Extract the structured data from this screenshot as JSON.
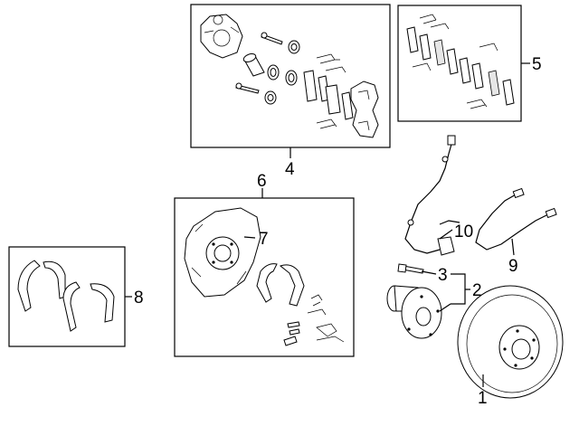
{
  "diagram": {
    "title": "Rear brake exploded parts diagram",
    "callouts": [
      {
        "id": "1",
        "part": "brake-rotor"
      },
      {
        "id": "2",
        "part": "hub-and-bearing-assembly"
      },
      {
        "id": "3",
        "part": "hub-bolt"
      },
      {
        "id": "4",
        "part": "caliper-assembly-kit"
      },
      {
        "id": "5",
        "part": "brake-pad-set"
      },
      {
        "id": "6",
        "part": "backing-plate-and-shoe-kit"
      },
      {
        "id": "7",
        "part": "backing-plate"
      },
      {
        "id": "8",
        "part": "parking-brake-shoe-set"
      },
      {
        "id": "9",
        "part": "brake-hose"
      },
      {
        "id": "10",
        "part": "abs-wheel-speed-sensor"
      }
    ]
  }
}
